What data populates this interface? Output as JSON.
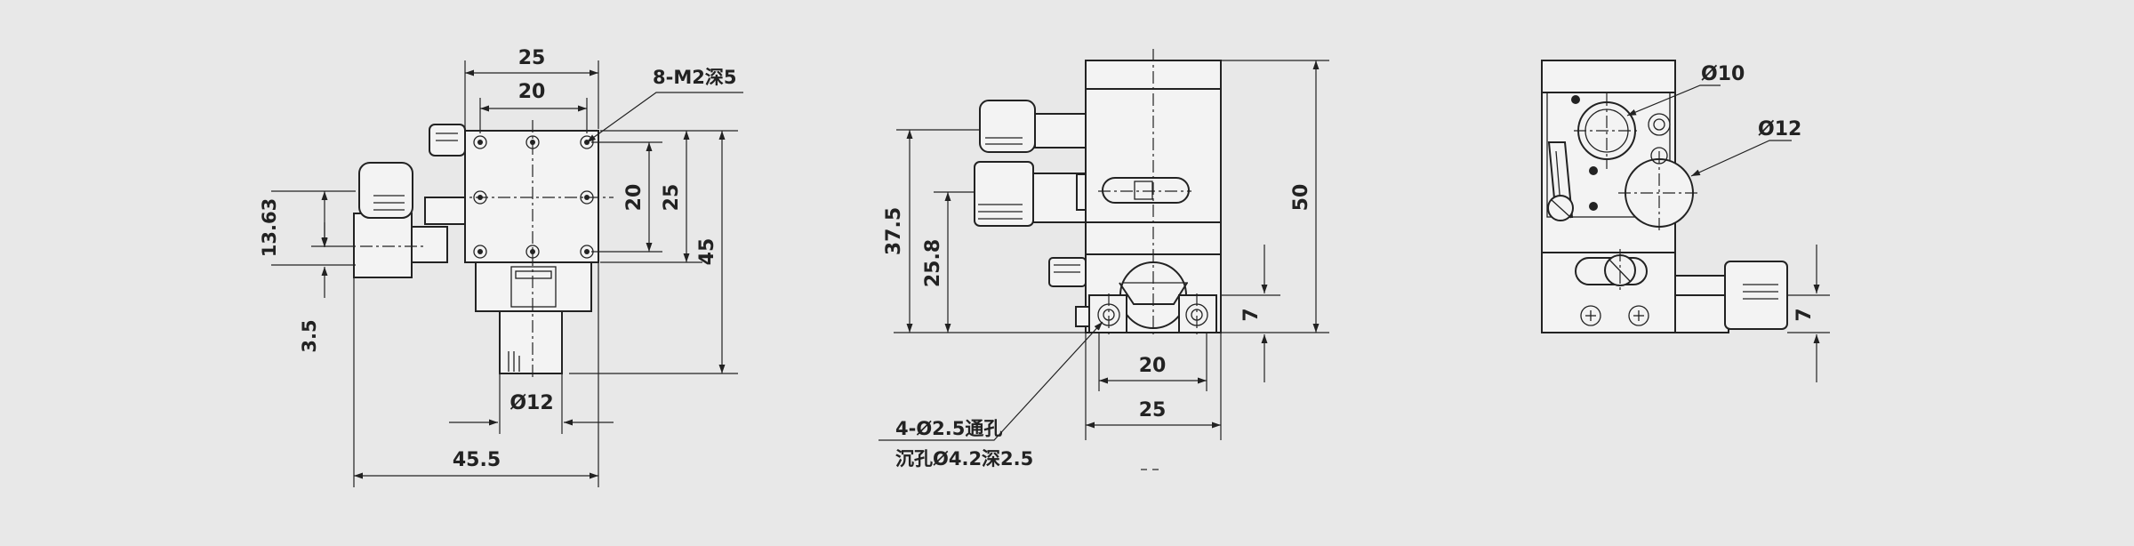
{
  "views": {
    "front": {
      "dims": {
        "top_outer": "25",
        "top_inner": "20",
        "thread_note": "8-M2深5",
        "right_inner": "20",
        "right_mid": "25",
        "right_outer": "45",
        "left_upper": "13.63",
        "left_lower": "3.5",
        "knob_dia": "Ø12",
        "bottom_width": "45.5"
      }
    },
    "side": {
      "dims": {
        "height_total": "50",
        "height_375": "37.5",
        "height_258": "25.8",
        "base_7": "7",
        "inner_20": "20",
        "outer_25": "25",
        "hole_note_1": "4-Ø2.5通孔",
        "hole_note_2": "沉孔Ø4.2深2.5"
      }
    },
    "rear": {
      "dims": {
        "dia_small": "Ø10",
        "dia_large": "Ø12",
        "base_7": "7"
      }
    }
  }
}
